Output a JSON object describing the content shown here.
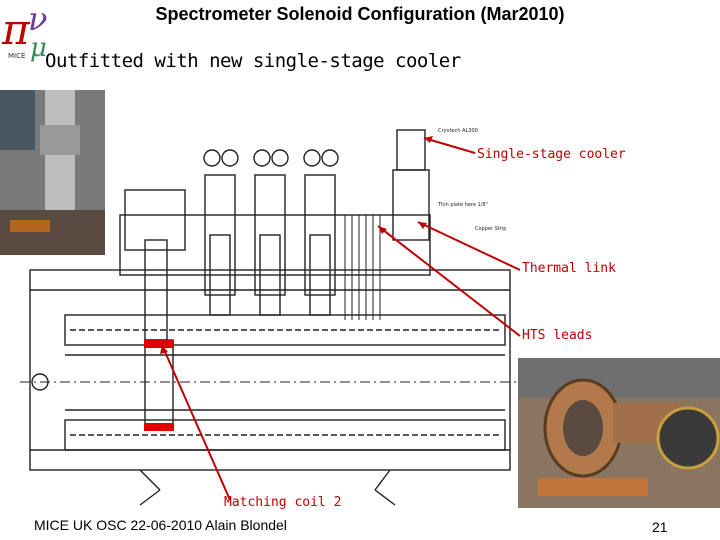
{
  "slide": {
    "title": "Spectrometer Solenoid Configuration (Mar2010)",
    "subtitle": "Outfitted with new single-stage cooler",
    "footer": "MICE UK OSC 22-06-2010 Alain Blondel",
    "page_number": "21"
  },
  "logo": {
    "label": "MICE"
  },
  "callouts": {
    "cooler": "Single-stage cooler",
    "thermal_link": "Thermal link",
    "hts_leads": "HTS leads",
    "matching_coil": "Matching coil 2"
  },
  "drawing_labels": {
    "cryotech": "Cryotech AL300",
    "thin_plate": "Thin plate here 1/8\"",
    "copper_strip": "Copper Strip"
  },
  "colors": {
    "callout": "#c00000",
    "coil_highlight": "#e00000",
    "drawing_line": "#222222"
  }
}
